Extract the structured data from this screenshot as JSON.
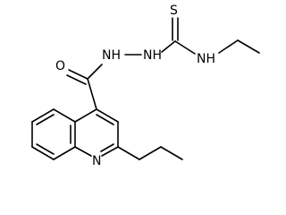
{
  "molecule": {
    "line_color": "#000000",
    "background": "#ffffff",
    "atom_labels": {
      "oxygen": "O",
      "sulfur": "S",
      "hydrazide_n1": "NH",
      "hydrazide_n2": "NH",
      "ethyl_amine": "NH",
      "ring_nitrogen": "N"
    }
  }
}
